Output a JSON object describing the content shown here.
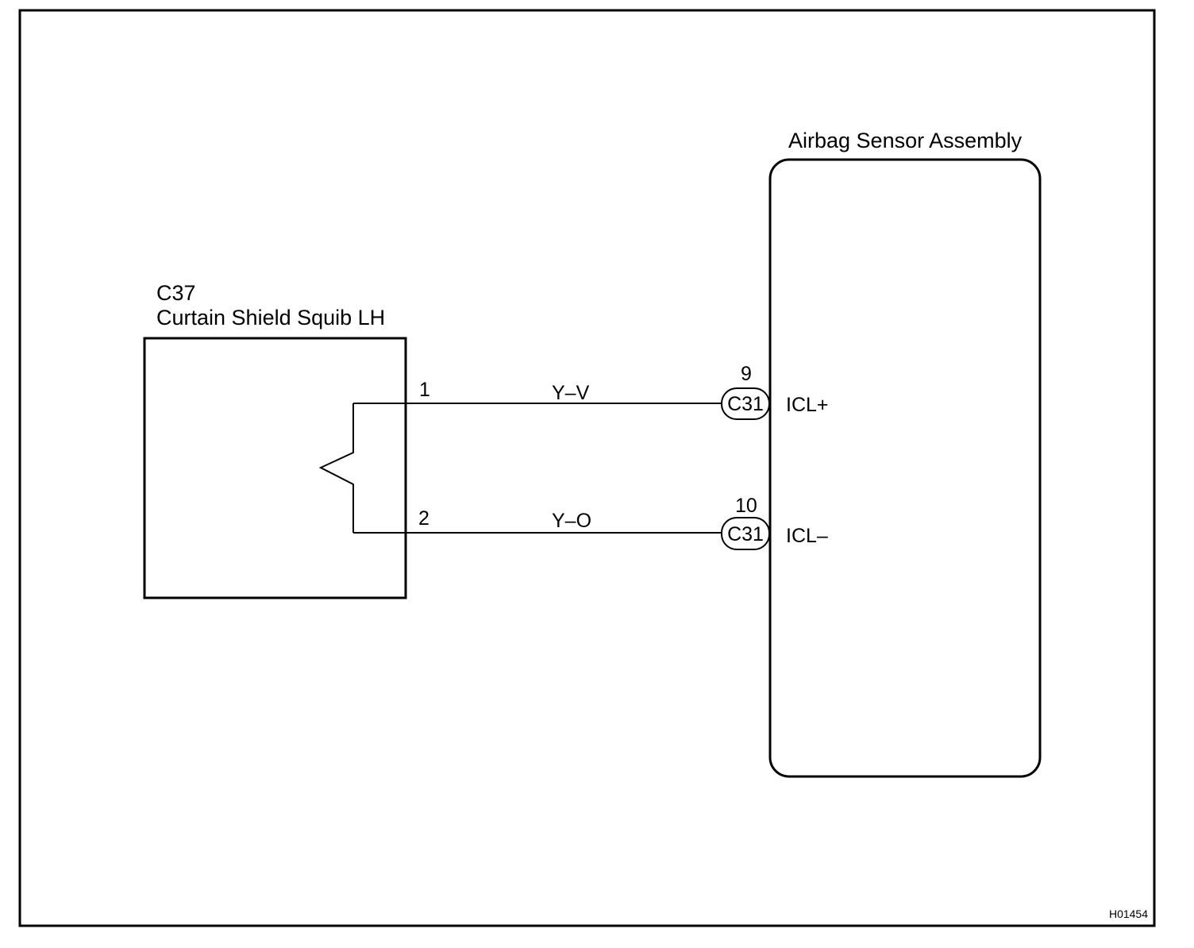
{
  "diagram_id": "H01454",
  "squib": {
    "connector": "C37",
    "name": "Curtain Shield Squib LH",
    "pins": [
      "1",
      "2"
    ]
  },
  "sensor": {
    "name": "Airbag Sensor Assembly"
  },
  "wires": [
    {
      "from_pin": "1",
      "color": "Y–V",
      "connector": "C31",
      "terminal_no": "9",
      "terminal_name": "ICL+"
    },
    {
      "from_pin": "2",
      "color": "Y–O",
      "connector": "C31",
      "terminal_no": "10",
      "terminal_name": "ICL–"
    }
  ]
}
